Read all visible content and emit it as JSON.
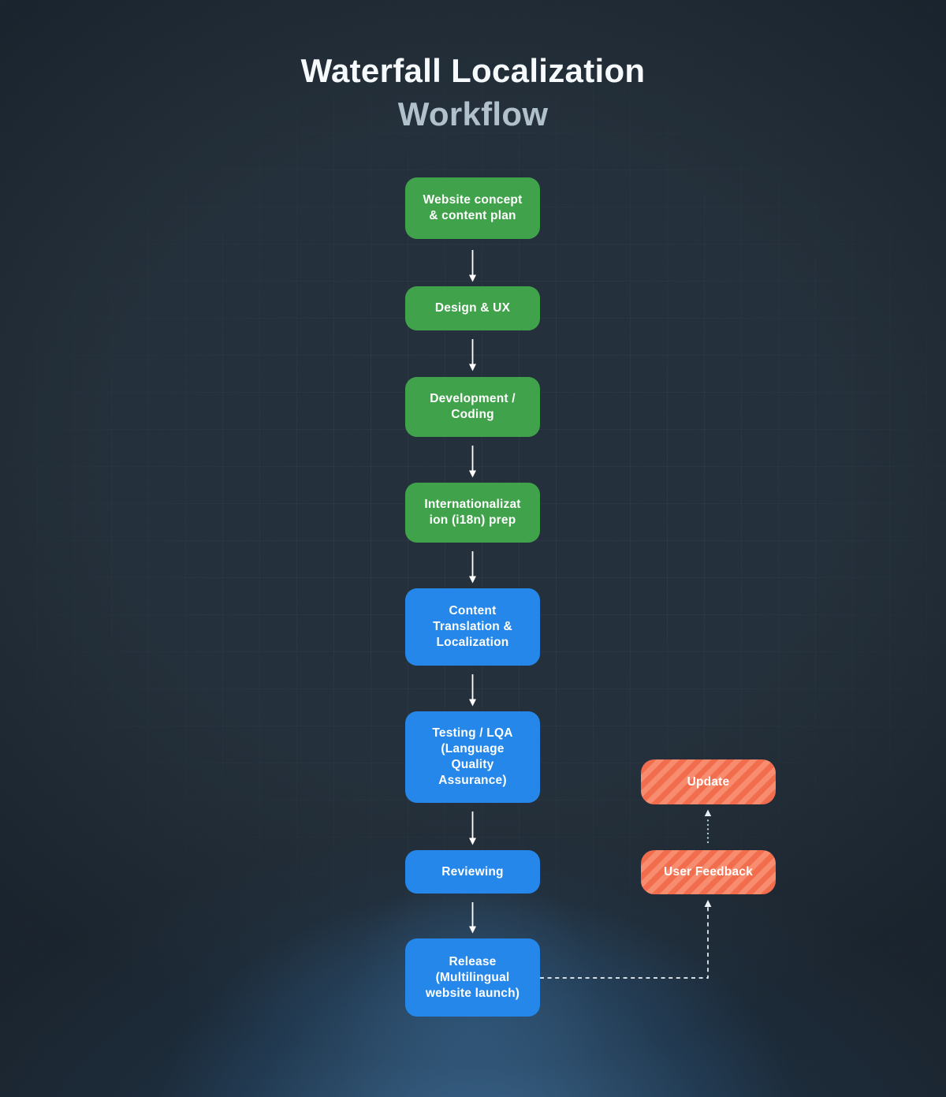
{
  "title": {
    "line1": "Waterfall Localization",
    "line2": "Workflow"
  },
  "flow_nodes": [
    {
      "label": "Website concept\n& content plan",
      "stage_color": "green"
    },
    {
      "label": "Design & UX",
      "stage_color": "green"
    },
    {
      "label": "Development /\nCoding",
      "stage_color": "green"
    },
    {
      "label": "Internationalizat\nion (i18n) prep",
      "stage_color": "green"
    },
    {
      "label": "Content\nTranslation &\nLocalization",
      "stage_color": "blue"
    },
    {
      "label": "Testing / LQA\n(Language\nQuality\nAssurance)",
      "stage_color": "blue"
    },
    {
      "label": "Reviewing",
      "stage_color": "blue"
    },
    {
      "label": "Release\n(Multilingual\nwebsite launch)",
      "stage_color": "blue"
    }
  ],
  "feedback_nodes": [
    {
      "label": "Update",
      "stage_color": "orange"
    },
    {
      "label": "User Feedback",
      "stage_color": "orange"
    }
  ],
  "colors": {
    "background": "#232f3a",
    "stage_green": "#41a24c",
    "stage_blue": "#2487e9",
    "stage_orange": "#f3704f",
    "stage_orange_stripe": "#f78d6e",
    "arrow": "#ffffff",
    "bottom_glow": "#3b7cba"
  }
}
